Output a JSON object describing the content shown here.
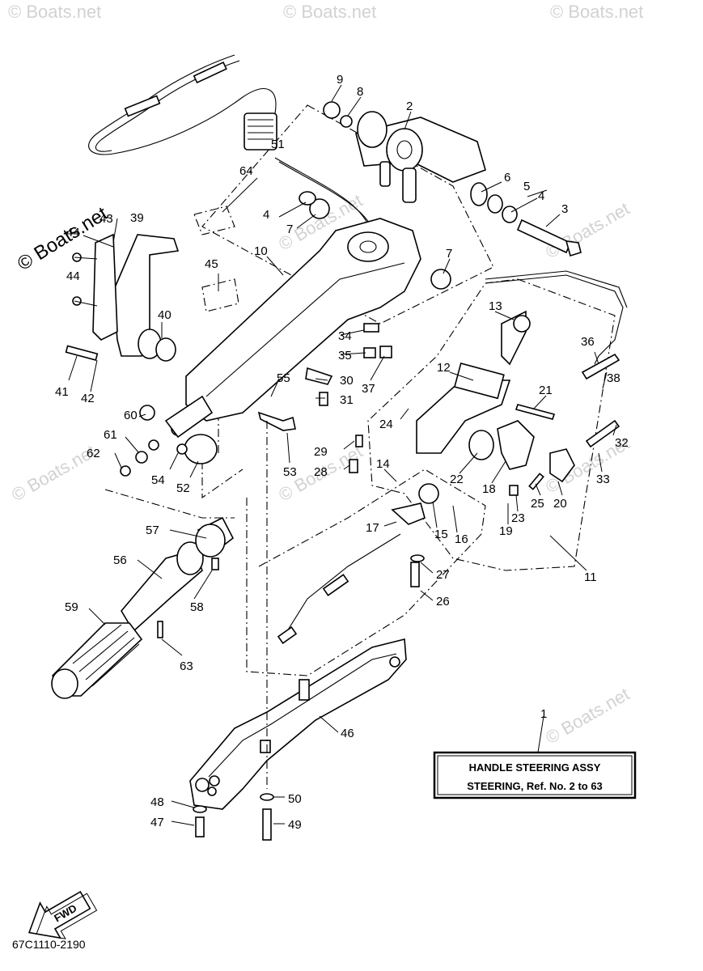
{
  "watermarks": {
    "main": "© Boats.net",
    "tiles": [
      "© Boats.net",
      "© Boats.net",
      "© Boats.net",
      "© Boats.net",
      "© Boats.net",
      "© Boats.net",
      "© Boats.net",
      "© Boats.net",
      "© Boats.net"
    ]
  },
  "callouts": [
    "1",
    "2",
    "3",
    "4",
    "4",
    "5",
    "6",
    "7",
    "7",
    "8",
    "9",
    "10",
    "11",
    "12",
    "13",
    "14",
    "15",
    "16",
    "17",
    "18",
    "19",
    "20",
    "21",
    "22",
    "23",
    "24",
    "25",
    "26",
    "27",
    "28",
    "29",
    "30",
    "31",
    "32",
    "33",
    "34",
    "35",
    "36",
    "37",
    "38",
    "39",
    "40",
    "41",
    "42",
    "43",
    "44",
    "44",
    "45",
    "46",
    "47",
    "48",
    "49",
    "50",
    "51",
    "52",
    "53",
    "54",
    "55",
    "56",
    "57",
    "58",
    "59",
    "60",
    "61",
    "62",
    "63",
    "64"
  ],
  "assembly_box": {
    "title": "HANDLE STEERING ASSY",
    "subtitle": "STEERING, Ref. No. 2 to 63"
  },
  "fwd_label": "FWD",
  "diagram_code": "67C1110-2190"
}
